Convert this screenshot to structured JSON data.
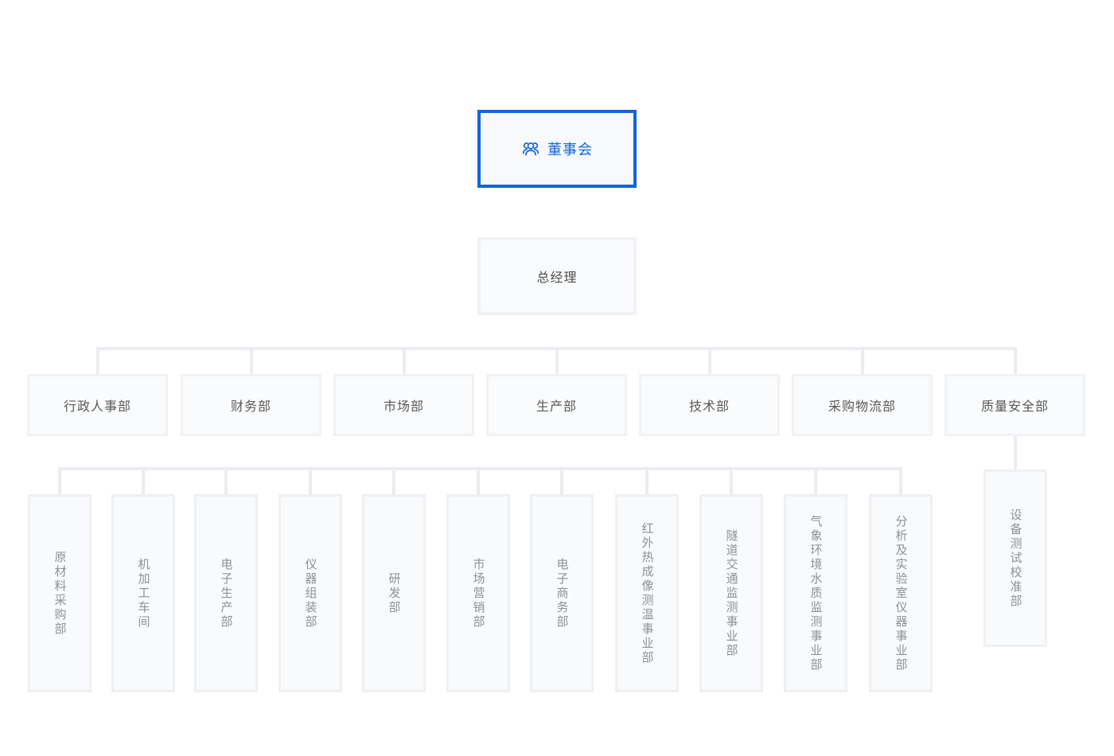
{
  "palette": {
    "accent_blue": "#1266d9",
    "node_background": "#fafbfc",
    "node_border": "#f1f2f5",
    "connector_line": "#ececf1",
    "label_text": "#595959",
    "vertical_label_text": "#8f9094"
  },
  "org": {
    "root": {
      "label": "董事会",
      "icon": "team-icon"
    },
    "gm": {
      "label": "总经理"
    },
    "departments": [
      {
        "label": "行政人事部"
      },
      {
        "label": "财务部"
      },
      {
        "label": "市场部"
      },
      {
        "label": "生产部"
      },
      {
        "label": "技术部"
      },
      {
        "label": "采购物流部"
      },
      {
        "label": "质量安全部"
      }
    ],
    "sub_departments": [
      {
        "label": "原材料采购部"
      },
      {
        "label": "机加工车间"
      },
      {
        "label": "电子生产部"
      },
      {
        "label": "仪器组装部"
      },
      {
        "label": "研发部"
      },
      {
        "label": "市场营销部"
      },
      {
        "label": "电子商务部"
      },
      {
        "label": "红外热成像测温事业部"
      },
      {
        "label": "隧道交通监测事业部"
      },
      {
        "label": "气象环境水质监测事业部"
      },
      {
        "label": "分析及实验室仪器事业部"
      }
    ],
    "quality_child": {
      "label": "设备测试校准部"
    }
  }
}
